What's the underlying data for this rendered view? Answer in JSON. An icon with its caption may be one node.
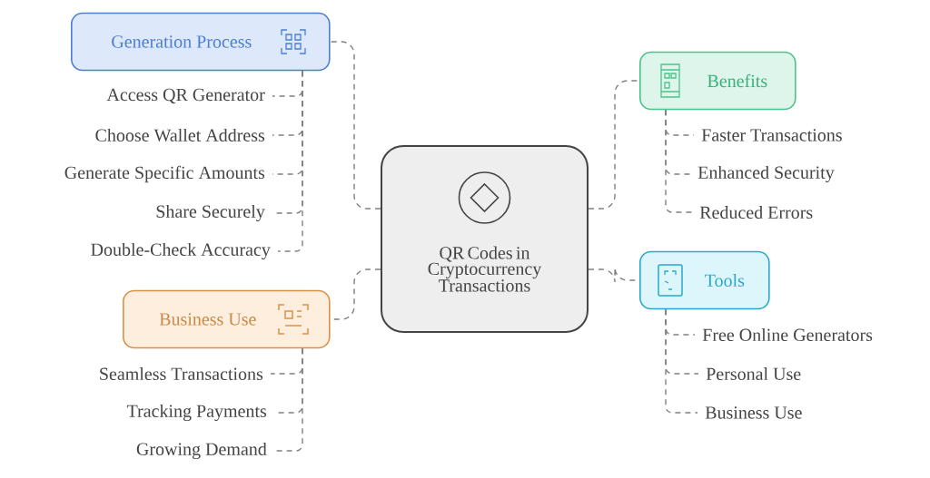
{
  "diagram": {
    "nodes": [
      {
        "text": [
          "QR Codes in Cryptocurrency Transactions"
        ]
      },
      {
        "text": [
          "Generation Process"
        ]
      },
      {
        "text": [
          "Access QR Generator"
        ]
      },
      {
        "text": [
          "Choose Wallet Address"
        ]
      },
      {
        "text": [
          "Generate Specific Amounts"
        ]
      },
      {
        "text": [
          "Share Securely"
        ]
      },
      {
        "text": [
          "Double-Check Accuracy"
        ]
      },
      {
        "text": [
          "Business Use"
        ]
      },
      {
        "text": [
          "Seamless Transactions"
        ]
      },
      {
        "text": [
          "Tracking Payments"
        ]
      },
      {
        "text": [
          "Growing Demand"
        ]
      },
      {
        "text": [
          "Benefits"
        ]
      },
      {
        "text": [
          "Faster Transactions"
        ]
      },
      {
        "text": [
          "Enhanced Security"
        ]
      },
      {
        "text": [
          "Reduced Errors"
        ]
      },
      {
        "text": [
          "Tools"
        ]
      },
      {
        "text": [
          "Free Online Generators"
        ]
      },
      {
        "text": [
          "Personal Use"
        ]
      },
      {
        "text": [
          "Business Use"
        ]
      }
    ],
    "edges": [
      {
        "from": 0,
        "to": 1,
        "arrow": "none",
        "style": "dashed"
      },
      {
        "from": 1,
        "to": 2,
        "arrow": "none",
        "style": "dashed"
      },
      {
        "from": 1,
        "to": 3,
        "arrow": "none",
        "style": "dashed"
      },
      {
        "from": 1,
        "to": 4,
        "arrow": "none",
        "style": "dashed"
      },
      {
        "from": 1,
        "to": 5,
        "arrow": "none",
        "style": "dashed"
      },
      {
        "from": 1,
        "to": 6,
        "arrow": "none",
        "style": "dashed"
      },
      {
        "from": 0,
        "to": 7,
        "arrow": "none",
        "style": "dashed"
      },
      {
        "from": 7,
        "to": 8,
        "arrow": "none",
        "style": "dashed"
      },
      {
        "from": 7,
        "to": 9,
        "arrow": "none",
        "style": "dashed"
      },
      {
        "from": 7,
        "to": 10,
        "arrow": "none",
        "style": "dashed"
      },
      {
        "from": 0,
        "to": 11,
        "arrow": "none",
        "style": "dashed"
      },
      {
        "from": 11,
        "to": 12,
        "arrow": "none",
        "style": "dashed"
      },
      {
        "from": 11,
        "to": 13,
        "arrow": "none",
        "style": "dashed"
      },
      {
        "from": 11,
        "to": 14,
        "arrow": "none",
        "style": "dashed"
      },
      {
        "from": 0,
        "to": 15,
        "arrow": "none",
        "style": "dashed"
      },
      {
        "from": 15,
        "to": 16,
        "arrow": "none",
        "style": "dashed"
      },
      {
        "from": 15,
        "to": 17,
        "arrow": "none",
        "style": "dashed"
      },
      {
        "from": 15,
        "to": 18,
        "arrow": "none",
        "style": "dashed"
      }
    ]
  }
}
